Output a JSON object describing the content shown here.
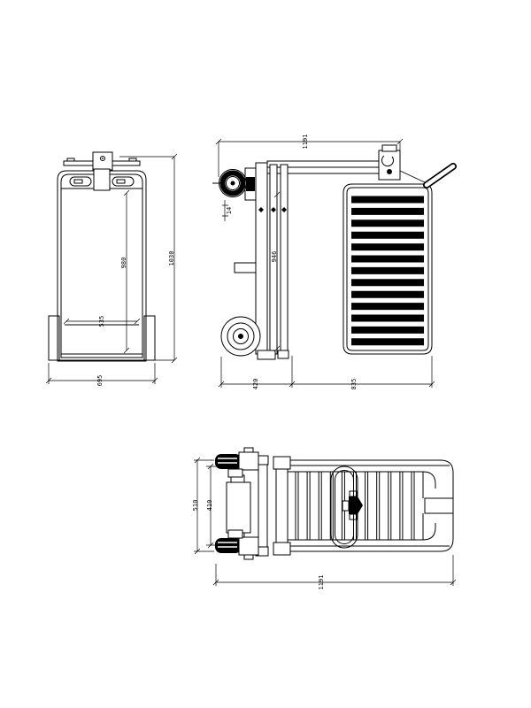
{
  "background": "#ffffff",
  "line_color": "#000000",
  "views": {
    "front": {
      "dimensions": {
        "inner_height": "980",
        "overall_height": "1030",
        "inner_width": "535",
        "overall_width": "695"
      }
    },
    "side": {
      "dimensions": {
        "overall_length": "1191",
        "caster_detail": "14",
        "post_height": "946",
        "front_section": "420",
        "deck_length": "835"
      }
    },
    "top": {
      "dimensions": {
        "overall_width": "510",
        "inner_width": "410",
        "overall_length": "1191"
      }
    }
  }
}
